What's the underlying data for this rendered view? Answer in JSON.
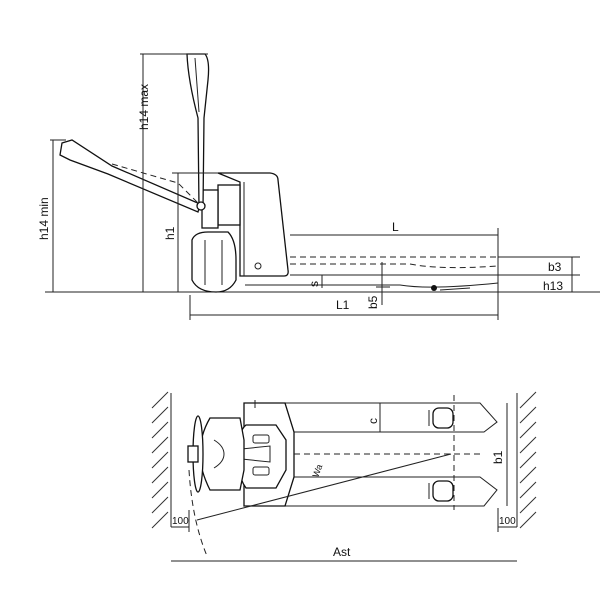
{
  "side_view": {
    "labels": {
      "h14_max": "h14 max",
      "h14_min": "h14 min",
      "h1": "h1",
      "L": "L",
      "L1": "L1",
      "b3": "b3",
      "h13": "h13",
      "s": "s",
      "b5": "b5"
    }
  },
  "top_view": {
    "labels": {
      "c": "c",
      "b1": "b1",
      "wa": "Wa",
      "clearance_left": "100",
      "clearance_right": "100",
      "ast": "Ast"
    }
  }
}
